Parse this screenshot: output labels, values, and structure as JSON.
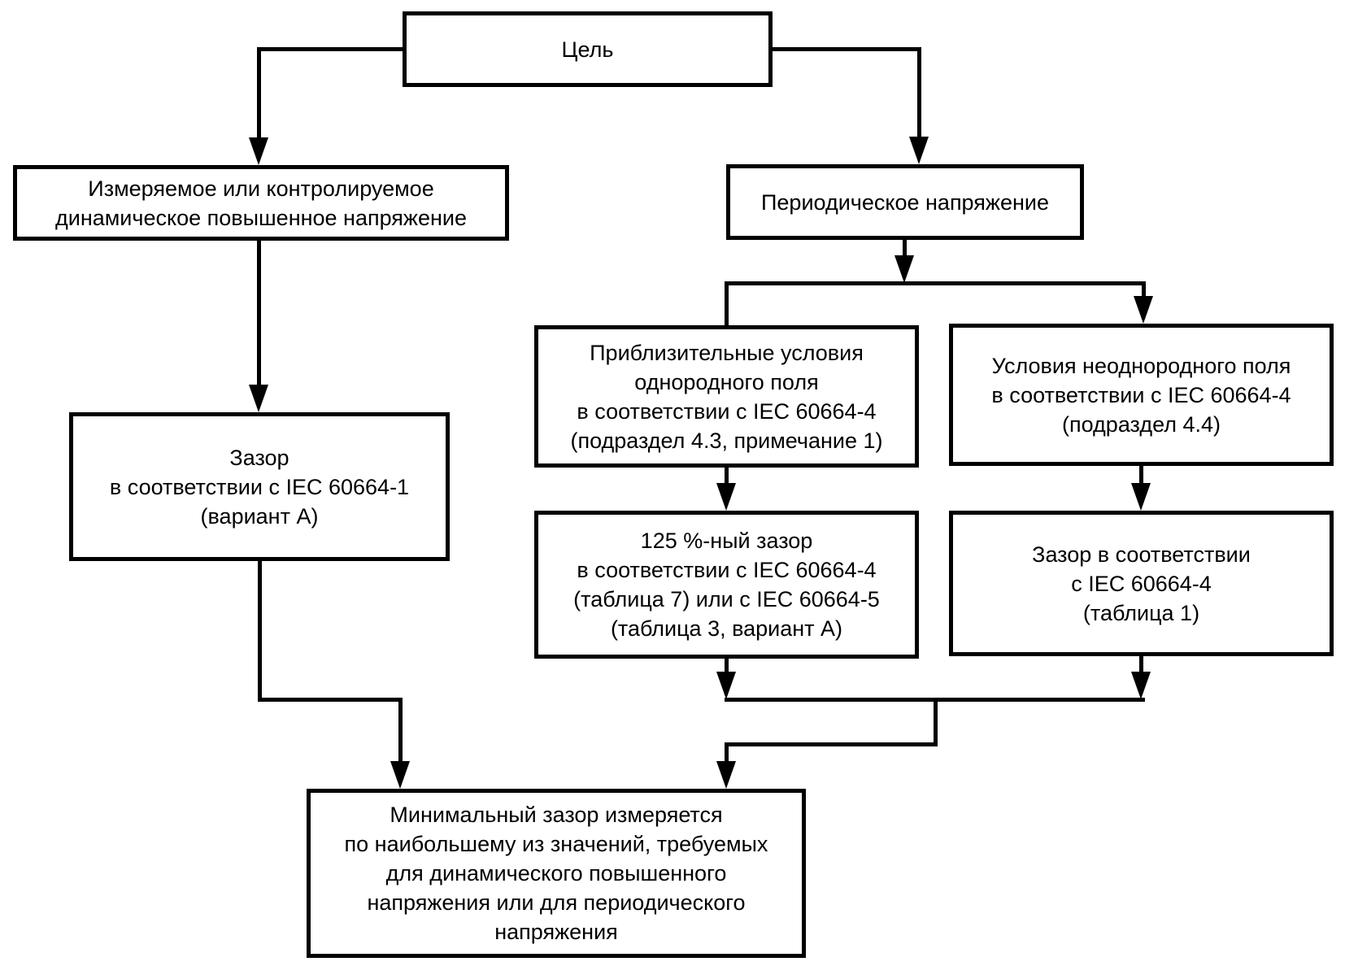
{
  "diagram": {
    "kind": "flowchart",
    "language": "ru",
    "nodes": {
      "goal": {
        "label": "Цель"
      },
      "dynamic_voltage": {
        "label": "Измеряемое или контролируемое\nдинамическое повышенное напряжение"
      },
      "periodic_voltage": {
        "label": "Периодическое напряжение"
      },
      "homogeneous_field": {
        "label": "Приблизительные условия\nоднородного поля\nв соответствии с IEC 60664-4\n(подраздел 4.3, примечание 1)"
      },
      "inhomogeneous_field": {
        "label": "Условия неоднородного поля\nв соответствии с IEC 60664-4\n(подраздел 4.4)"
      },
      "clearance_iec_60664_1": {
        "label": "Зазор\nв соответствии с IEC 60664-1\n(вариант А)"
      },
      "clearance_125_percent": {
        "label": "125 %-ный зазор\nв соответствии с IEC 60664-4\n(таблица 7) или с IEC 60664-5\n(таблица 3, вариант А)"
      },
      "clearance_iec_60664_4": {
        "label": "Зазор в соответствии\nс IEC 60664-4\n(таблица 1)"
      },
      "minimum_clearance": {
        "label": "Минимальный зазор измеряется\nпо наибольшему из значений, требуемых\nдля динамического повышенного\nнапряжения или для периодического\nнапряжения"
      }
    },
    "edges": [
      {
        "from": "goal",
        "to": "dynamic_voltage",
        "arrow": true
      },
      {
        "from": "goal",
        "to": "periodic_voltage",
        "arrow": true
      },
      {
        "from": "dynamic_voltage",
        "to": "clearance_iec_60664_1",
        "arrow": true
      },
      {
        "from": "periodic_voltage",
        "to": "homogeneous_field",
        "arrow": true
      },
      {
        "from": "periodic_voltage",
        "to": "inhomogeneous_field",
        "arrow": true
      },
      {
        "from": "homogeneous_field",
        "to": "clearance_125_percent",
        "arrow": true
      },
      {
        "from": "inhomogeneous_field",
        "to": "clearance_iec_60664_4",
        "arrow": true
      },
      {
        "from": "clearance_125_percent",
        "to": "minimum_clearance",
        "arrow": true
      },
      {
        "from": "clearance_iec_60664_4",
        "to": "minimum_clearance",
        "arrow": true
      },
      {
        "from": "clearance_iec_60664_1",
        "to": "minimum_clearance",
        "arrow": true
      }
    ],
    "colors": {
      "background": "#ffffff",
      "box_fill": "#ffffff",
      "box_border": "#000000",
      "line": "#000000",
      "text": "#000000"
    }
  }
}
